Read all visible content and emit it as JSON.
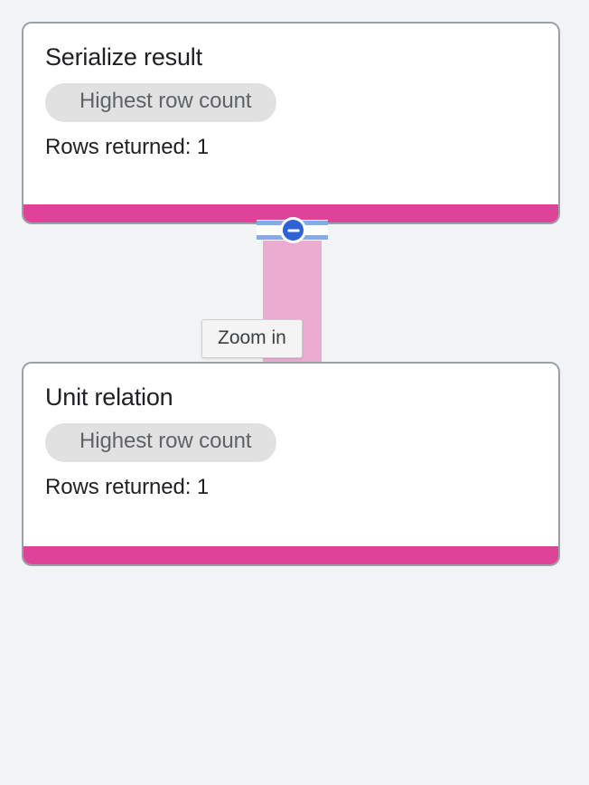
{
  "page": {
    "background_color": "#f1f3f4"
  },
  "graph": {
    "connector": {
      "name": "edge-serialize-to-unit",
      "color": "#ecabd0"
    },
    "zoom_control": {
      "icon": "minus-circle-icon",
      "button_color": "#2f62d4",
      "track_color": "#87a9e6",
      "aria_label": "Zoom in"
    },
    "tooltip": {
      "text": "Zoom in"
    },
    "nodes": [
      {
        "title": "Serialize result",
        "badge": "Highest row count",
        "meta": "Rows returned: 1",
        "accent_color": "#de4397"
      },
      {
        "title": "Unit relation",
        "badge": "Highest row count",
        "meta": "Rows returned: 1",
        "accent_color": "#de4397"
      }
    ]
  }
}
